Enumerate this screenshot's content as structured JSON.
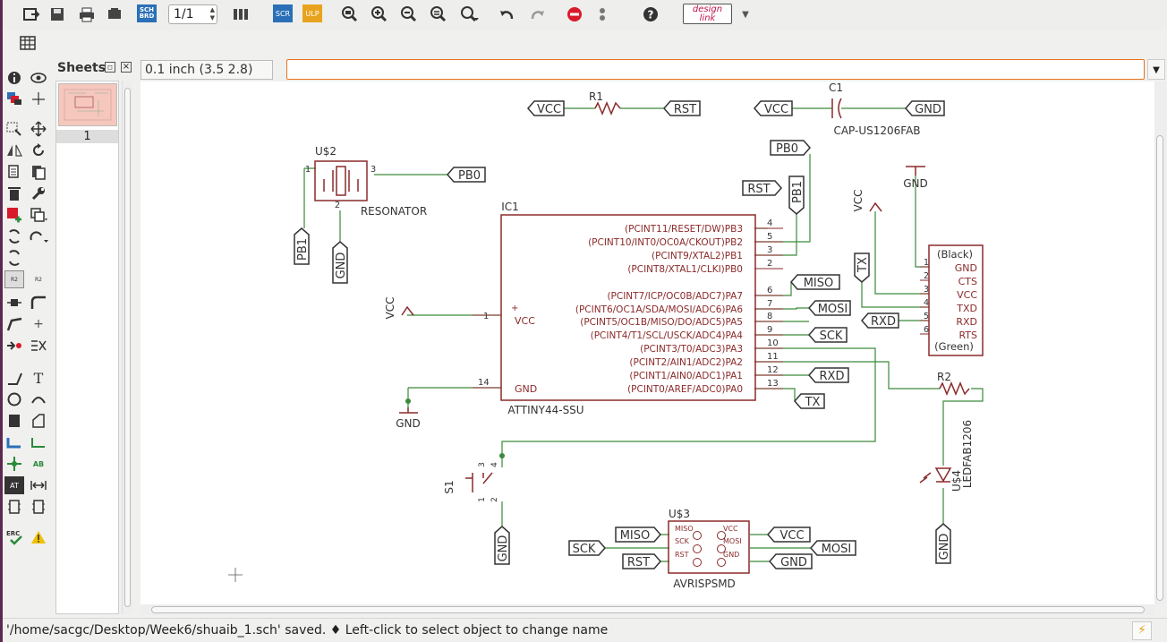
{
  "toolbar": {
    "page_indicator": "1/1",
    "sch_brd_label": "SCH\nBRD",
    "scr_label": "SCR",
    "ulp_label": "ULP",
    "design_link_top": "design",
    "design_link_bottom": "link",
    "icons": [
      "open-icon",
      "save-icon",
      "print-icon",
      "cam-icon",
      "sch-brd-switch-icon",
      "page-select",
      "library-icon",
      "script-icon",
      "ulp-icon",
      "zoom-fit-icon",
      "zoom-in-icon",
      "zoom-out-icon",
      "zoom-redraw-icon",
      "zoom-select-icon",
      "undo-icon",
      "redo-icon",
      "stop-icon",
      "go-icon",
      "help-icon",
      "design-link-icon"
    ]
  },
  "sheets_panel": {
    "title": "Sheets",
    "sheets": [
      {
        "number": "1"
      }
    ]
  },
  "grid_display": "0.1 inch (3.5 2.8)",
  "command_input": {
    "value": ""
  },
  "status": {
    "message": "'/home/sacgc/Desktop/Week6/shuaib_1.sch' saved.  ♦ Left-click to select object to change name"
  },
  "schematic": {
    "parts": {
      "r1": "R1",
      "c1": "C1",
      "c1_value": "CAP-US1206FAB",
      "u2": "U$2",
      "u2_value": "RESONATOR",
      "ic1": "IC1",
      "ic1_value": "ATTINY44-SSU",
      "r2": "R2",
      "u4": "U$4",
      "u4_value": "LEDFAB1206",
      "s1": "S1",
      "u3": "U$3",
      "u3_value": "AVRISPSMD",
      "ftdi_top": "(Black)",
      "ftdi_bottom": "(Green)"
    },
    "ic1_pins_right": [
      {
        "label": "(PCINT11/RESET/DW)PB3",
        "num": "4"
      },
      {
        "label": "(PCINT10/INT0/OC0A/CKOUT)PB2",
        "num": "5"
      },
      {
        "label": "(PCINT9/XTAL2)PB1",
        "num": "3"
      },
      {
        "label": "(PCINT8/XTAL1/CLKI)PB0",
        "num": "2"
      },
      {
        "label": "(PCINT7/ICP/OC0B/ADC7)PA7",
        "num": "6"
      },
      {
        "label": "(PCINT6/OC1A/SDA/MOSI/ADC6)PA6",
        "num": "7"
      },
      {
        "label": "(PCINT5/OC1B/MISO/DO/ADC5)PA5",
        "num": "8"
      },
      {
        "label": "(PCINT4/T1/SCL/USCK/ADC4)PA4",
        "num": "9"
      },
      {
        "label": "(PCINT3/T0/ADC3)PA3",
        "num": "10"
      },
      {
        "label": "(PCINT2/AIN1/ADC2)PA2",
        "num": "11"
      },
      {
        "label": "(PCINT1/AIN0/ADC1)PA1",
        "num": "12"
      },
      {
        "label": "(PCINT0/AREF/ADC0)PA0",
        "num": "13"
      }
    ],
    "ic1_vcc": "VCC",
    "ic1_vcc_pin": "1",
    "ic1_gnd": "GND",
    "ic1_gnd_pin": "14",
    "ftdi_pins": [
      {
        "label": "GND",
        "num": "1"
      },
      {
        "label": "CTS",
        "num": "2"
      },
      {
        "label": "VCC",
        "num": "3"
      },
      {
        "label": "TXD",
        "num": "4"
      },
      {
        "label": "RXD",
        "num": "5"
      },
      {
        "label": "RTS",
        "num": "6"
      }
    ],
    "isp_pins_left": [
      "MISO",
      "SCK",
      "RST"
    ],
    "isp_pins_right": [
      "VCC",
      "MOSI",
      "GND"
    ],
    "resonator_pins": [
      "1",
      "2",
      "3"
    ],
    "switch_pins": [
      "4",
      "3",
      "1",
      "2"
    ],
    "net_labels": {
      "vcc": "VCC",
      "rst": "RST",
      "gnd": "GND",
      "pb0": "PB0",
      "pb1": "PB1",
      "miso": "MISO",
      "mosi": "MOSI",
      "sck": "SCK",
      "rxd": "RXD",
      "tx": "TX"
    }
  },
  "colors": {
    "part": "#8b2a2a",
    "wire": "#3a8a3a",
    "net_label": "#333333",
    "accent": "#e8741e"
  }
}
